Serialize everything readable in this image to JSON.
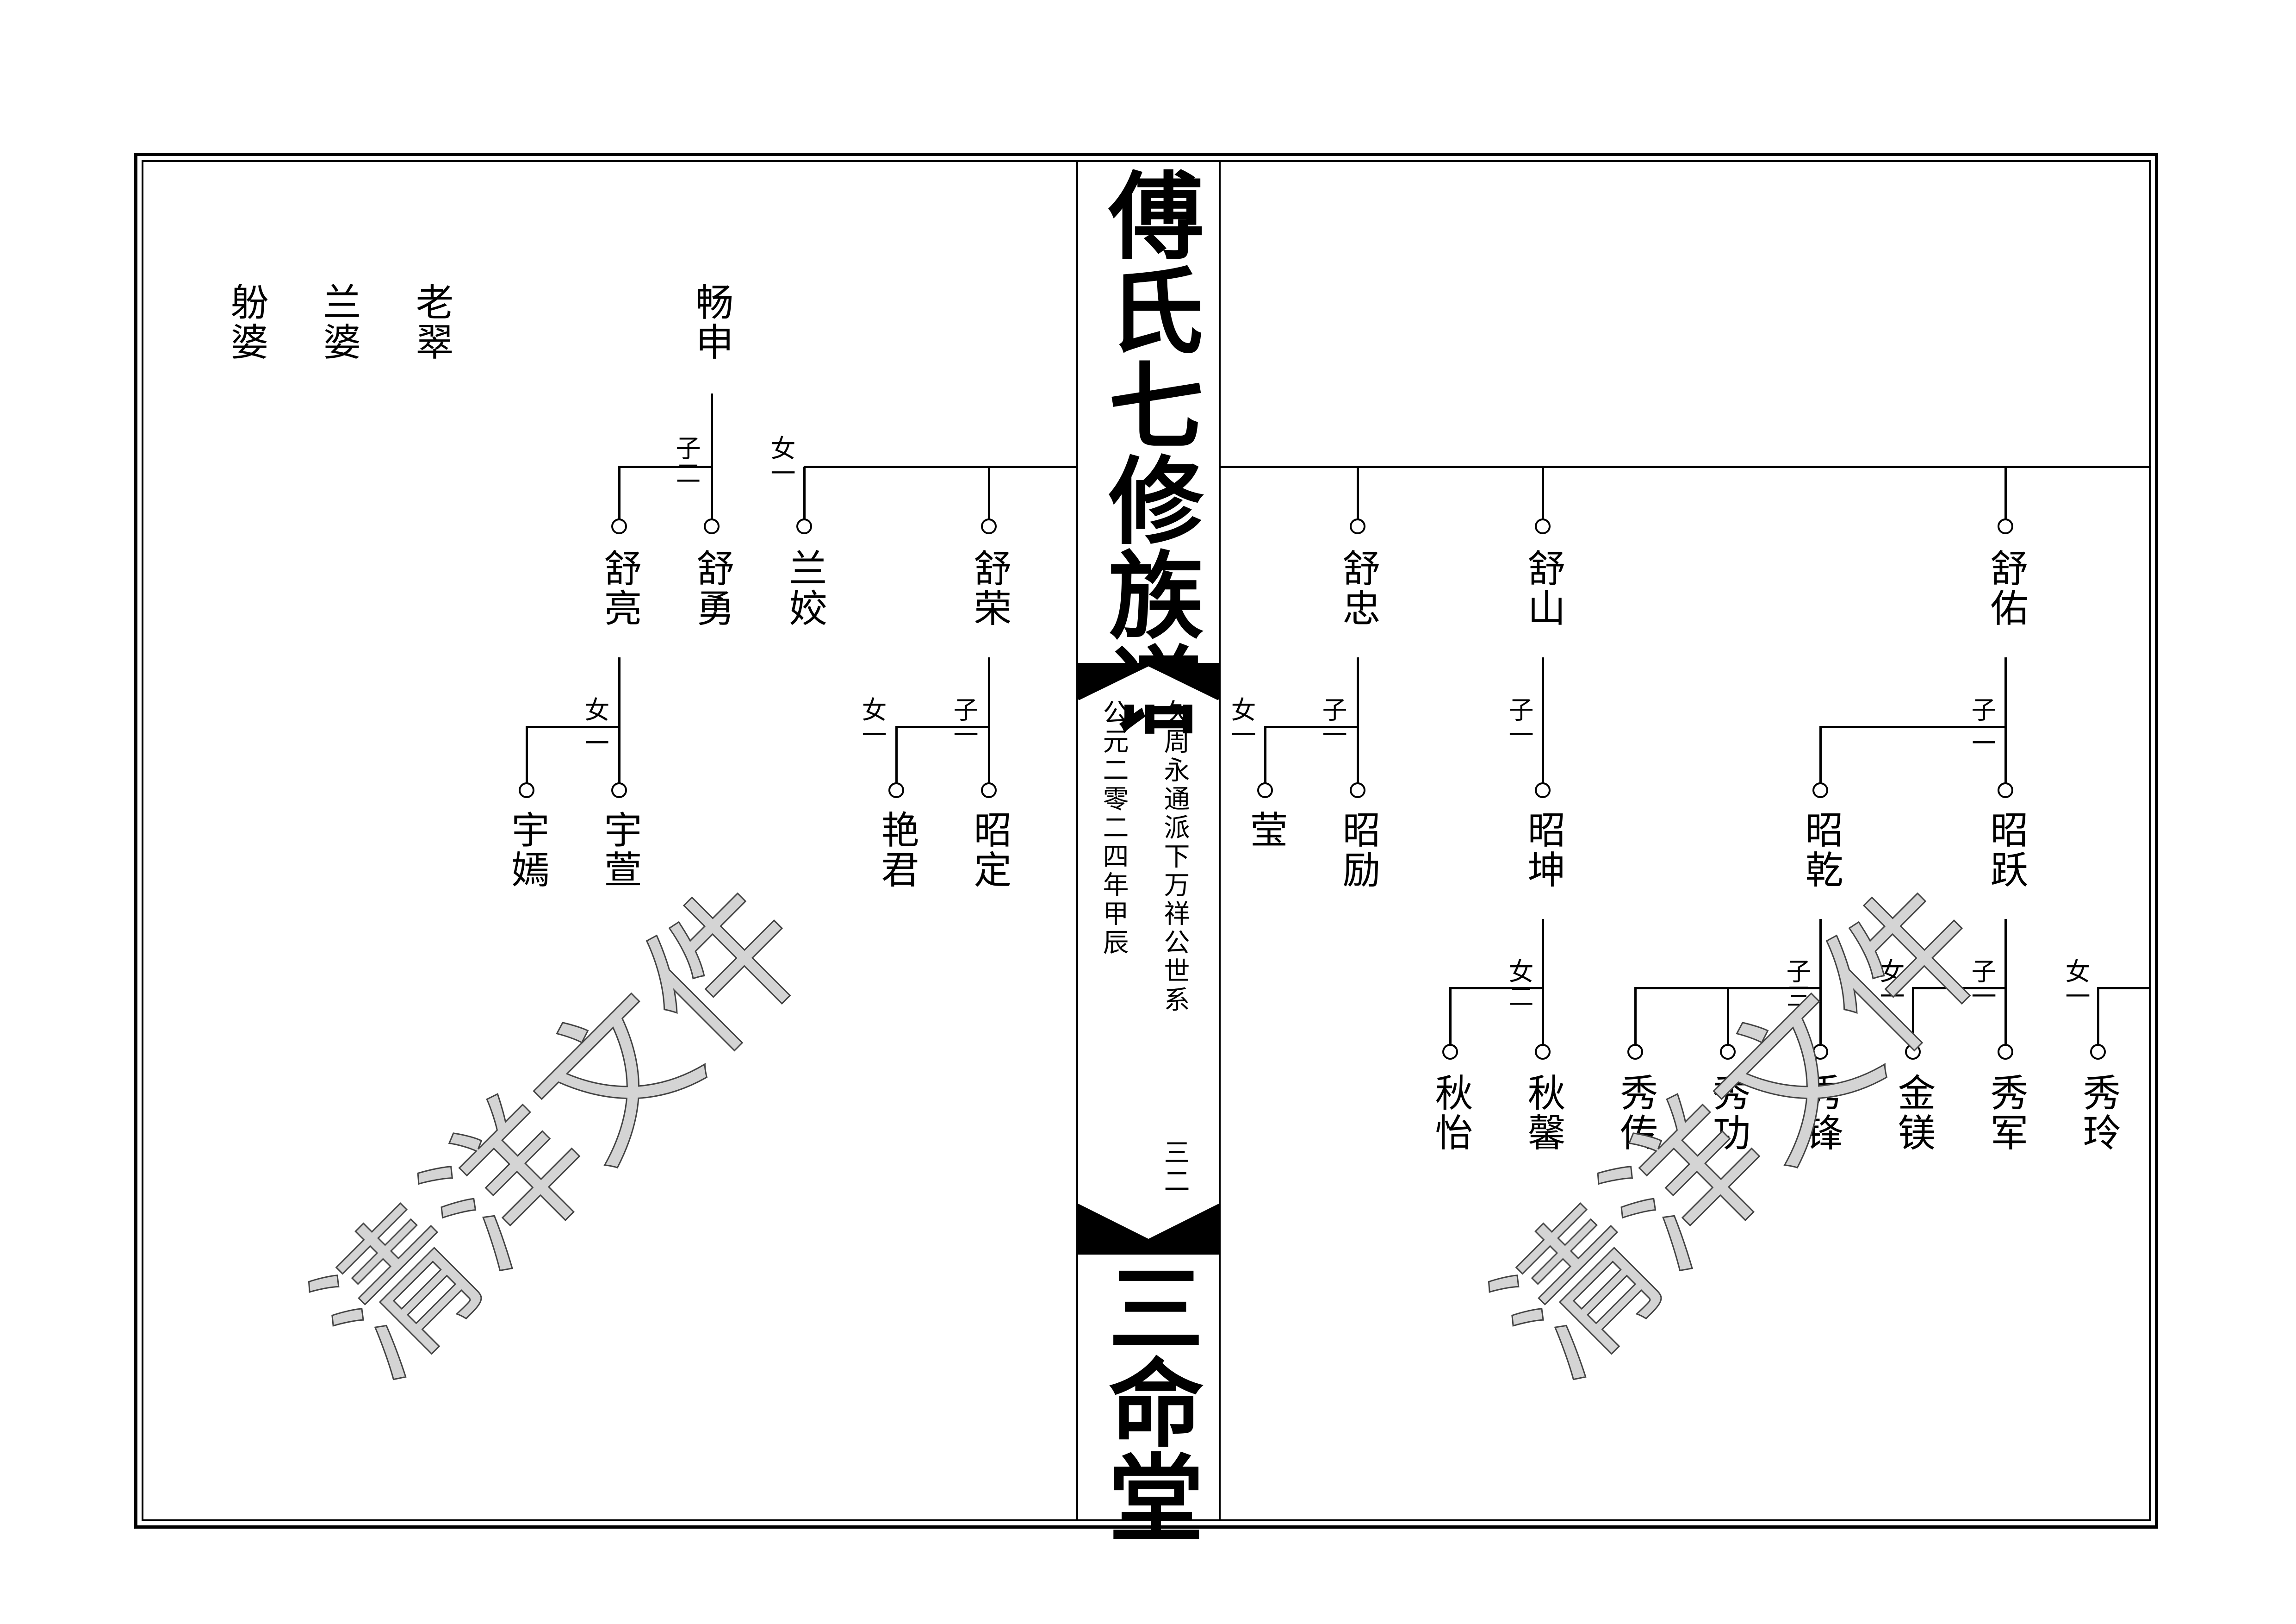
{
  "title": "傅氏七修族谱",
  "hall_name": "三命堂",
  "branch_line": "久周永通派下万祥公世系",
  "date_line": "公元二零二四年甲辰",
  "page_number": "三二",
  "watermark": "清洋文件",
  "left_page": {
    "spouses": [
      "老翠",
      "兰婆",
      "躮婆"
    ],
    "father": "畅申",
    "children": [
      "舒荣",
      "兰姣",
      "舒勇",
      "舒亮"
    ],
    "labels": {
      "girl_1": "女一",
      "son_2": "子二"
    },
    "shurong_children": [
      "昭定",
      "艳君"
    ],
    "shurong_labels": {
      "son_1": "子一",
      "girl_1": "女一"
    },
    "shuliang_children": [
      "宇萱",
      "宇嫣"
    ],
    "shuliang_labels": {
      "girl_2": "女二"
    }
  },
  "right_page": {
    "children": [
      "舒佑",
      "舒山",
      "舒忠"
    ],
    "shuzhong_children": [
      "昭励",
      "莹"
    ],
    "shuzhong_labels": {
      "son_1": "子一",
      "girl_1": "女一"
    },
    "shushan_children": [
      "昭坤"
    ],
    "shushan_labels": {
      "son_1": "子一"
    },
    "shuyou_children": [
      "昭跃",
      "昭乾"
    ],
    "shuyou_labels": {
      "son_2": "子二"
    },
    "zhaokun_children": [
      "秋馨",
      "秋怡"
    ],
    "zhaokun_labels": {
      "girl_2": "女二"
    },
    "zhaoqian_children": [
      "秀锋",
      "秀功",
      "秀传"
    ],
    "zhaoqian_labels": {
      "son_3": "子三"
    },
    "zhaoyue_children": [
      "秀军",
      "金镁"
    ],
    "zhaoyue_labels": {
      "son_1": "子一",
      "girl_1": "女一"
    },
    "continued_child": "秀玲",
    "continued_label": "女一"
  }
}
